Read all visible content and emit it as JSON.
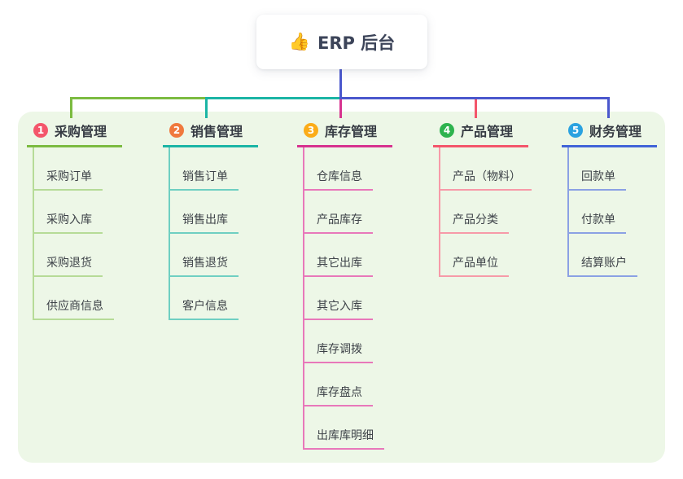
{
  "root": {
    "icon": "thumbs-up-icon",
    "label": "ERP 后台"
  },
  "colors": {
    "panel_bg": "#edf7e7",
    "root_line": "#4a57cd",
    "seg_green": "#7cbb41",
    "seg_teal": "#1bb5a5",
    "seg_blue": "#4a57cd",
    "drop_magenta": "#d7338f",
    "drop_red": "#f4566b"
  },
  "branches": [
    {
      "num": "1",
      "title": "采购管理",
      "badge_color": "#f4566b",
      "line_color": "#7cbb41",
      "item_line_color": "#b6db97",
      "items": [
        "采购订单",
        "采购入库",
        "采购退货",
        "供应商信息"
      ]
    },
    {
      "num": "2",
      "title": "销售管理",
      "badge_color": "#f0793d",
      "line_color": "#1bb5a5",
      "item_line_color": "#6fcfc2",
      "items": [
        "销售订单",
        "销售出库",
        "销售退货",
        "客户信息"
      ]
    },
    {
      "num": "3",
      "title": "库存管理",
      "badge_color": "#fbac18",
      "line_color": "#d7338f",
      "item_line_color": "#e878ba",
      "items": [
        "仓库信息",
        "产品库存",
        "其它出库",
        "其它入库",
        "库存调拨",
        "库存盘点",
        "出库库明细"
      ]
    },
    {
      "num": "4",
      "title": "产品管理",
      "badge_color": "#2db34e",
      "line_color": "#f4566b",
      "item_line_color": "#f79aa8",
      "items": [
        "产品（物料）",
        "产品分类",
        "产品单位"
      ]
    },
    {
      "num": "5",
      "title": "财务管理",
      "badge_color": "#2aa2e0",
      "line_color": "#4164d8",
      "item_line_color": "#8ba1e4",
      "items": [
        "回款单",
        "付款单",
        "结算账户"
      ]
    }
  ]
}
